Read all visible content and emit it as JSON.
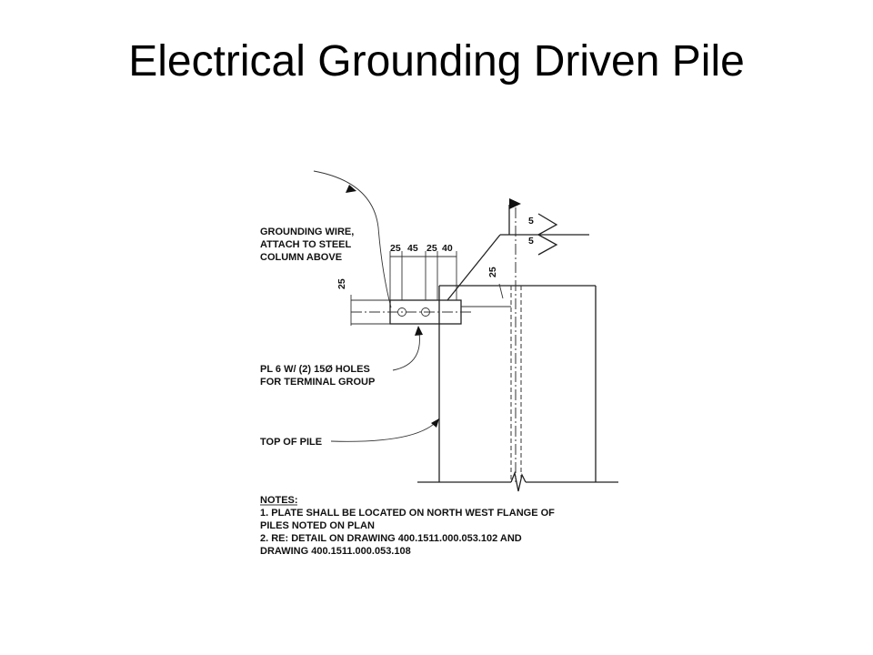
{
  "slide": {
    "title": "Electrical Grounding Driven Pile"
  },
  "drawing": {
    "callouts": {
      "grounding_wire": [
        "GROUNDING WIRE,",
        "ATTACH TO STEEL",
        "COLUMN ABOVE"
      ],
      "plate": [
        "PL 6 W/ (2) 15Ø HOLES",
        "FOR TERMINAL GROUP"
      ],
      "top_of_pile": [
        "TOP OF PILE"
      ]
    },
    "dimensions": {
      "horizontal": [
        "25",
        "45",
        "25",
        "40"
      ],
      "plate_edge": "25",
      "offset": "25"
    },
    "weld_symbol": {
      "top": "5",
      "bottom": "5"
    },
    "notes": {
      "heading": "NOTES:",
      "lines": [
        "1.  PLATE SHALL BE LOCATED ON NORTH WEST FLANGE OF",
        "PILES NOTED ON PLAN",
        "2.  RE: DETAIL  ON DRAWING 400.1511.000.053.102 AND",
        "DRAWING 400.1511.000.053.108"
      ]
    }
  }
}
